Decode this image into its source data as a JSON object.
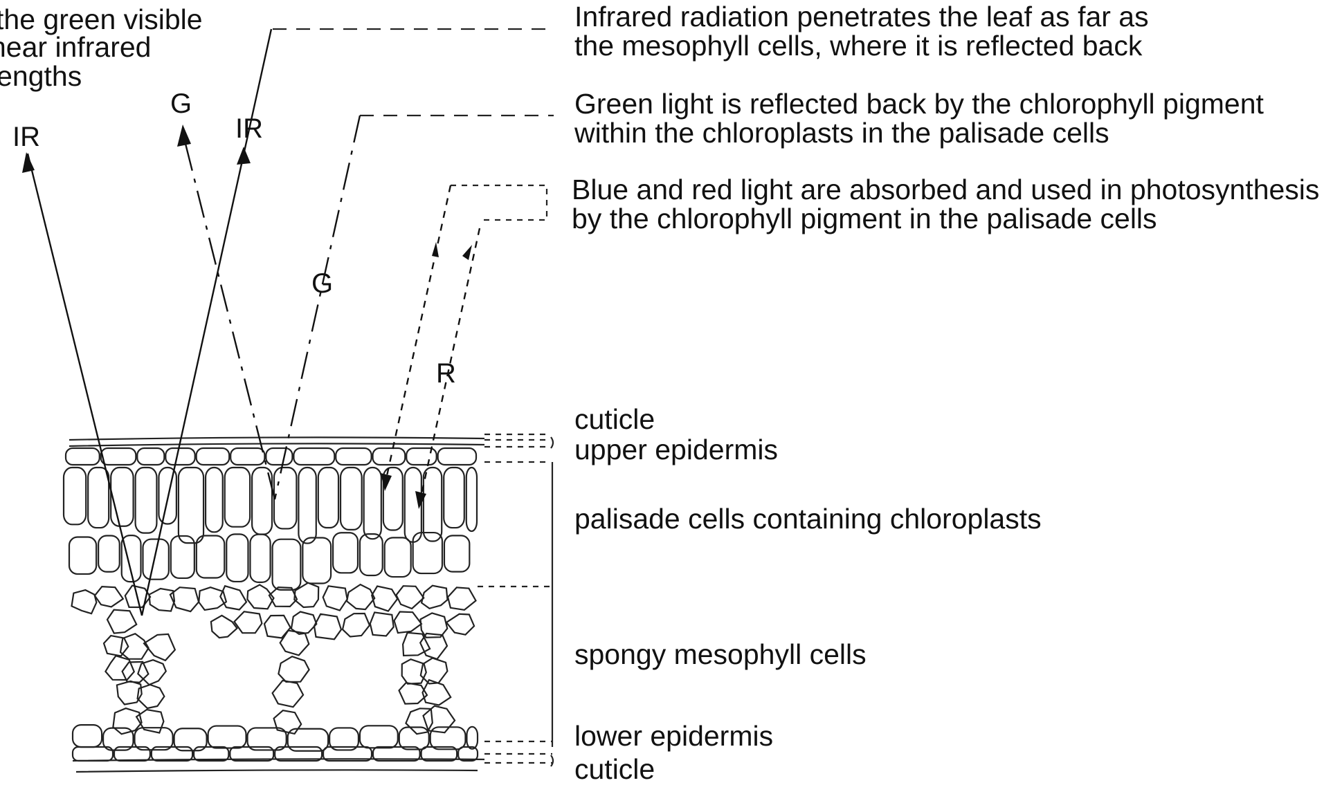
{
  "intro_text": [
    "ight is strongly reflected: the green visible",
    "the green visible",
    "near infrared",
    "lengths"
  ],
  "intro_lines": [
    "the green visible",
    "near infrared",
    "lengths"
  ],
  "ray_labels": {
    "ir_left": "IR",
    "g_left": "G",
    "ir_incoming": "IR",
    "g_incoming": "G",
    "r_incoming": "R"
  },
  "annotations": {
    "infrared_line1": "Infrared radiation penetrates the leaf as far as",
    "infrared_line2": "the mesophyll cells, where it is reflected back",
    "green_line1": "Green light is reflected back by the chlorophyll pigment",
    "green_line2": "within the chloroplasts in the palisade cells",
    "bluered_line1": "Blue and red light are absorbed and used in photosynthesis",
    "bluered_line2": "by the chlorophyll pigment in the palisade cells"
  },
  "layers": {
    "cuticle_top": "cuticle",
    "upper_epidermis": "upper epidermis",
    "palisade": "palisade cells containing chloroplasts",
    "spongy": "spongy mesophyll cells",
    "lower_epidermis": "lower epidermis",
    "cuticle_bottom": "cuticle"
  }
}
